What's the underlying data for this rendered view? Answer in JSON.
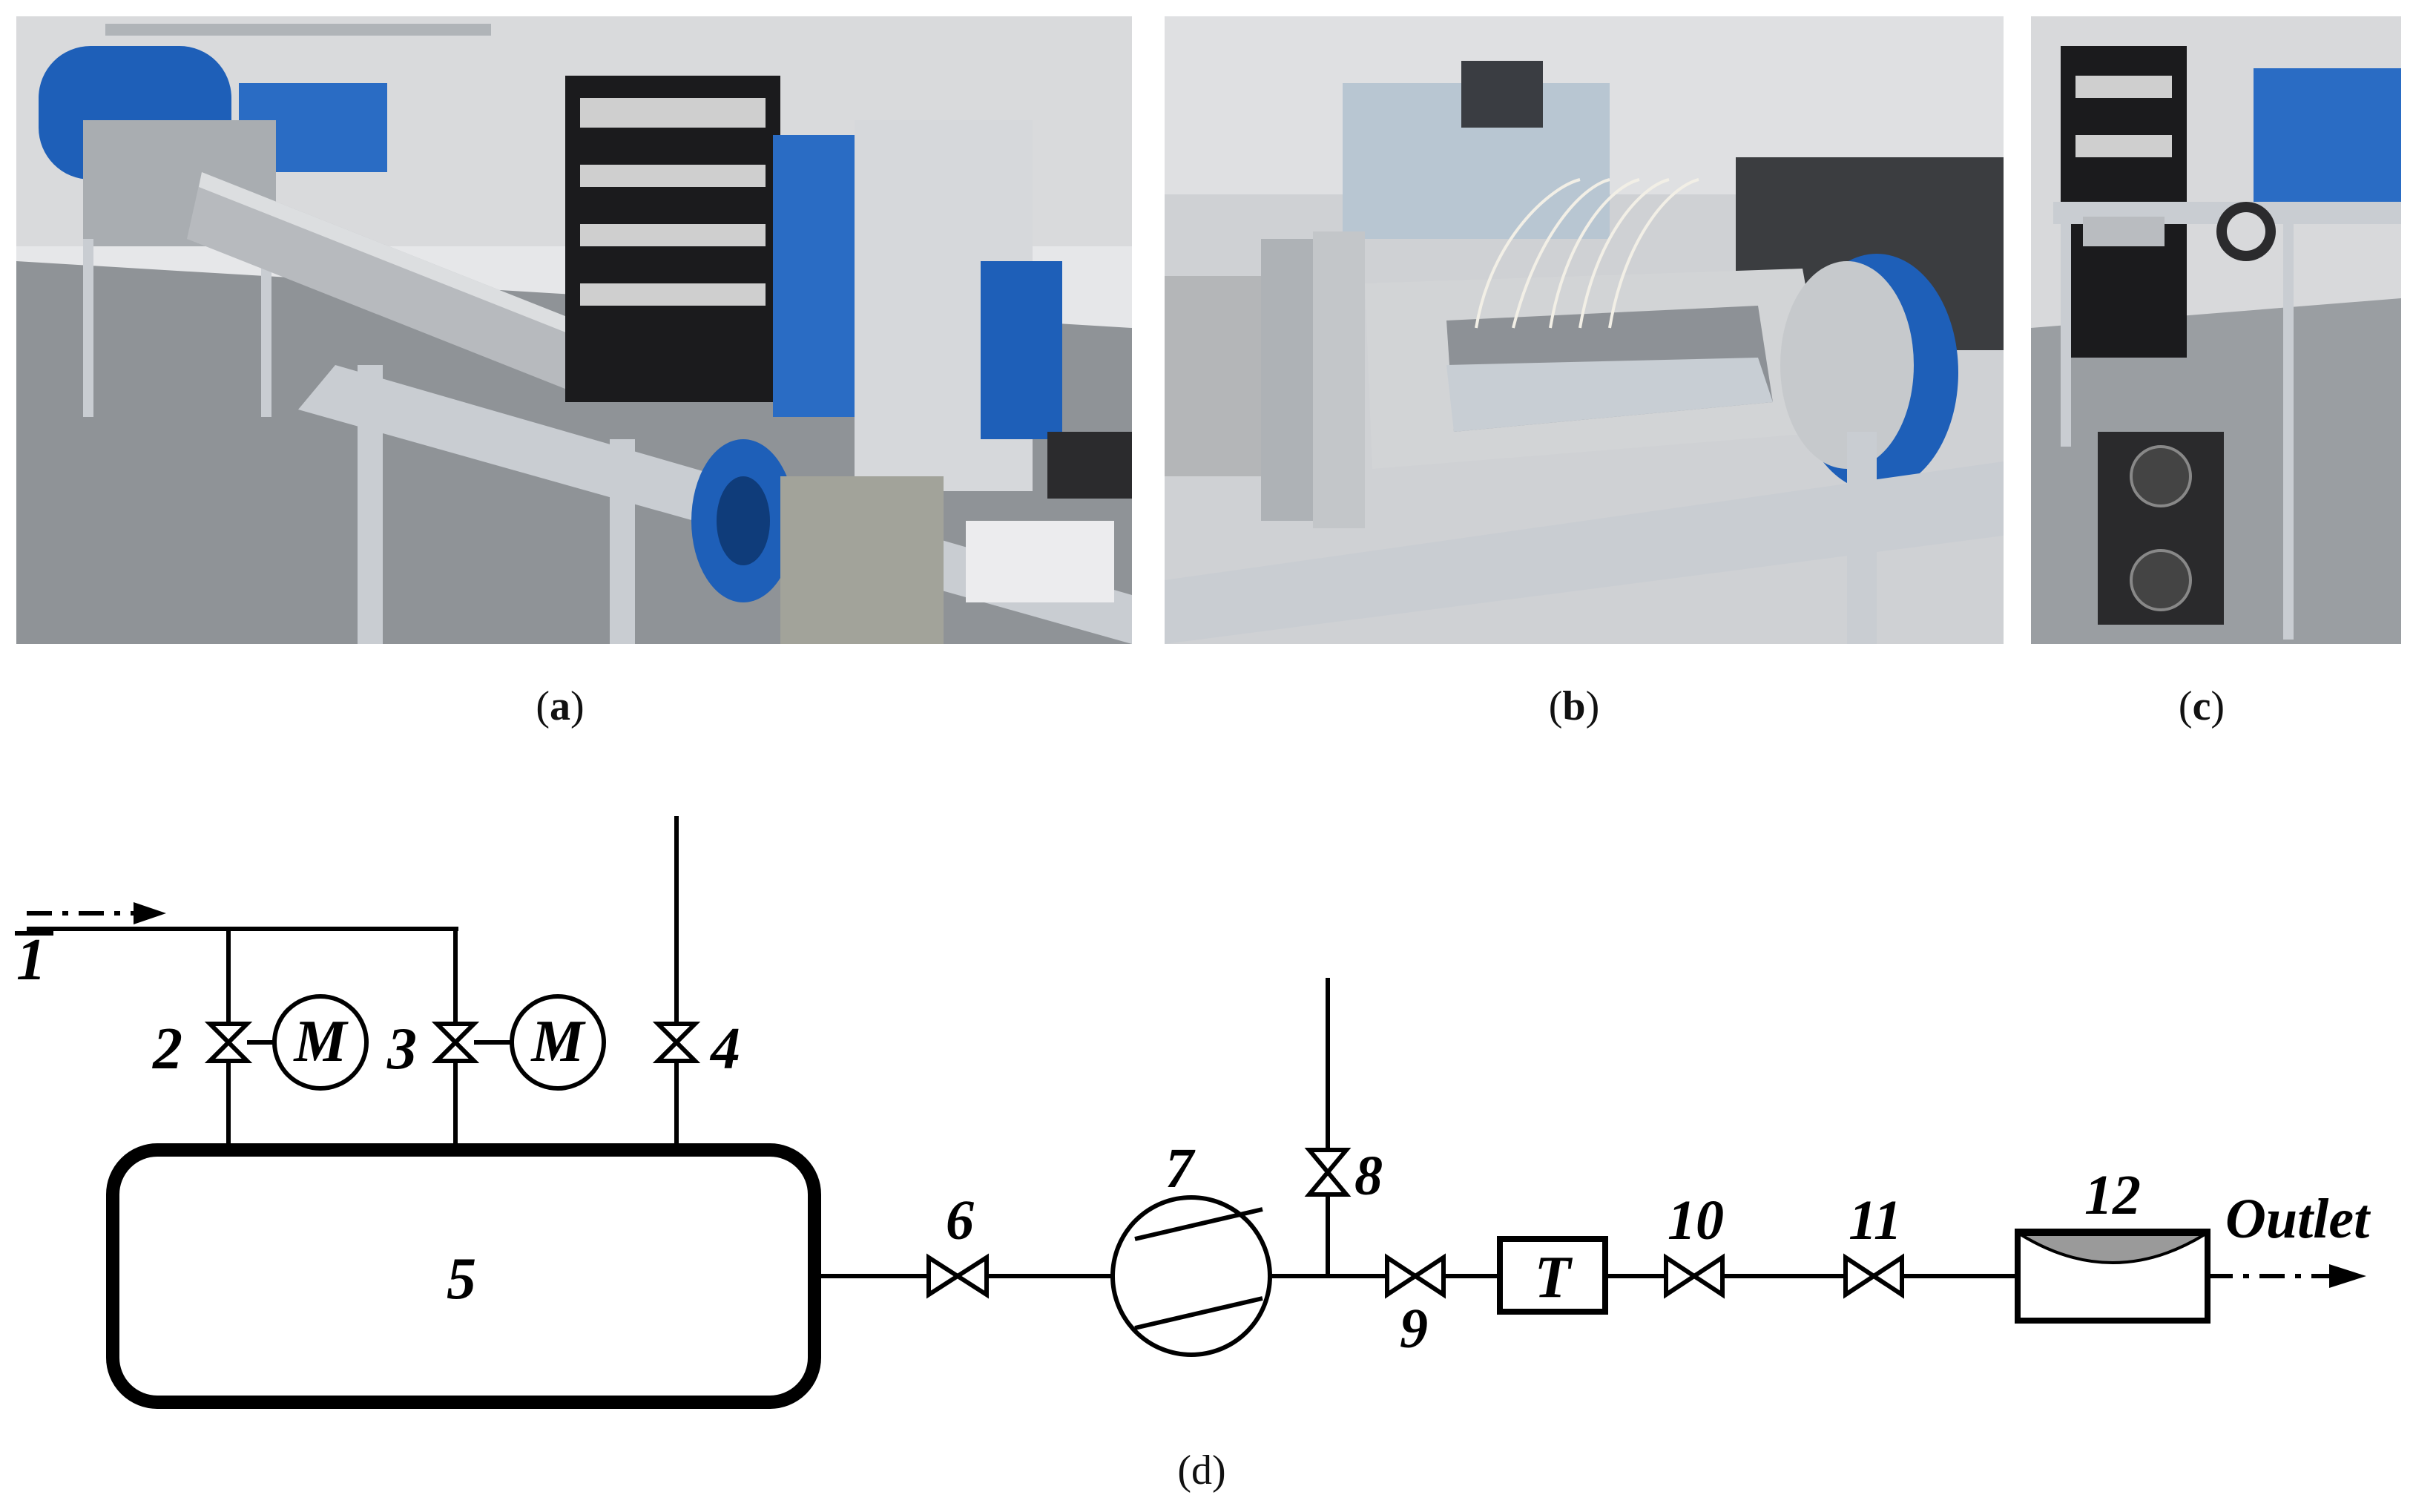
{
  "captions": {
    "a": {
      "open": "(",
      "letter": "a",
      "close": ")"
    },
    "b": {
      "open": "(",
      "letter": "b",
      "close": ")"
    },
    "c": {
      "open": "(",
      "letter": "c",
      "close": ")"
    },
    "d": {
      "open": "(",
      "letter": "d",
      "close": ")"
    }
  },
  "diagram": {
    "inlet_number": "1",
    "valve_2": "2",
    "valve_3": "3",
    "valve_4": "4",
    "tank": "5",
    "valve_6": "6",
    "compressor": "7",
    "valve_8": "8",
    "valve_9": "9",
    "valve_10": "10",
    "valve_11": "11",
    "test_section": "12",
    "motor_symbol": "M",
    "thermometer_symbol": "T",
    "outlet": "Outlet"
  },
  "colors": {
    "rig_blue": "#1e5fb8",
    "aluminum": "#c9cdd2",
    "rack_black": "#1b1b1d",
    "floor_gray": "#8f9397",
    "wall": "#e6e7e9"
  }
}
